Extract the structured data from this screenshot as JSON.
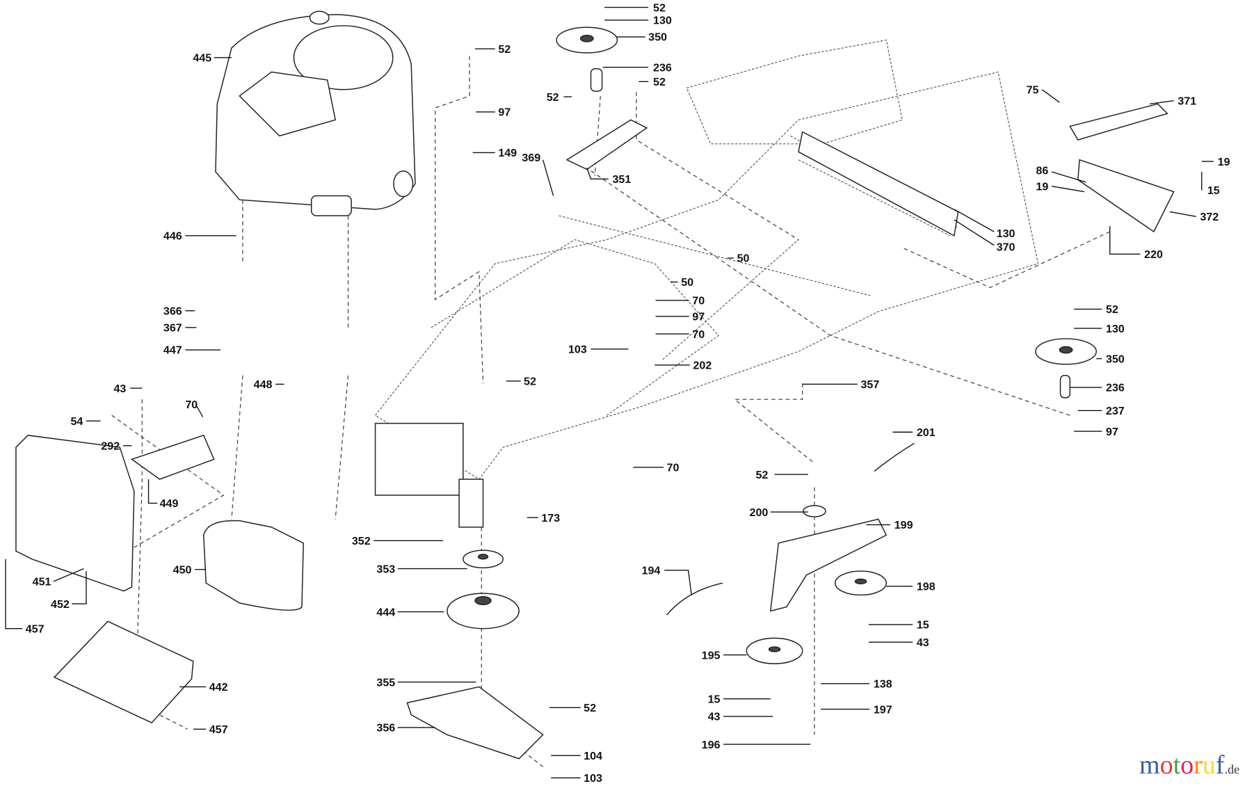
{
  "diagram": {
    "callouts": [
      "52",
      "130",
      "350",
      "236",
      "52",
      "52",
      "351",
      "369",
      "52",
      "97",
      "149",
      "445",
      "446",
      "366",
      "367",
      "447",
      "448",
      "43",
      "70",
      "54",
      "292",
      "449",
      "450",
      "451",
      "452",
      "457",
      "442",
      "457",
      "352",
      "353",
      "444",
      "355",
      "356",
      "52",
      "104",
      "103",
      "173",
      "70",
      "52",
      "50",
      "50",
      "70",
      "97",
      "70",
      "103",
      "202",
      "357",
      "201",
      "52",
      "200",
      "199",
      "194",
      "198",
      "15",
      "43",
      "195",
      "138",
      "15",
      "197",
      "43",
      "196",
      "75",
      "371",
      "86",
      "19",
      "19",
      "15",
      "372",
      "220",
      "130",
      "370",
      "52",
      "130",
      "350",
      "236",
      "237",
      "97"
    ]
  },
  "watermark": {
    "brand": "motoruf",
    "suffix": ".de",
    "colors": [
      "#3b5ba9",
      "#e53935",
      "#43a047",
      "#e91e63",
      "#fb8c00",
      "#fdd835"
    ]
  }
}
